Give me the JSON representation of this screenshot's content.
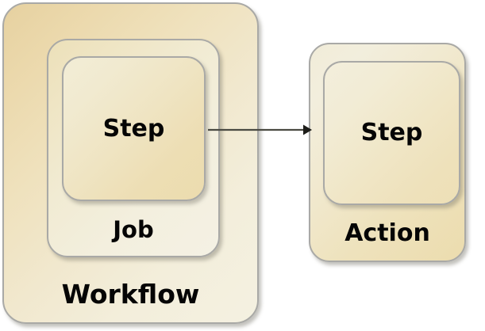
{
  "diagram": {
    "title": "Workflow hierarchy: Workflow contains Job contains Step; Step connects to Action containing Step",
    "colors": {
      "fill_dark_tan": "#e6d1a0",
      "fill_mid_tan": "#efe1bc",
      "fill_light_cream": "#f4f1e1",
      "border": "#a9a9a6",
      "text": "#050505",
      "arrow": "#4a4a42",
      "background": "#ffffff"
    },
    "nodes": [
      {
        "id": "workflow",
        "label": "Workflow",
        "role": "outer-container",
        "parent": null
      },
      {
        "id": "job",
        "label": "Job",
        "role": "container",
        "parent": "workflow"
      },
      {
        "id": "step-in-job",
        "label": "Step",
        "role": "leaf",
        "parent": "job"
      },
      {
        "id": "action",
        "label": "Action",
        "role": "outer-container",
        "parent": null
      },
      {
        "id": "step-in-action",
        "label": "Step",
        "role": "leaf",
        "parent": "action"
      }
    ],
    "edges": [
      {
        "id": "step-to-action",
        "from": "step-in-job",
        "to": "action",
        "label": "",
        "style": "solid",
        "arrowhead": "filled-triangle"
      }
    ]
  }
}
